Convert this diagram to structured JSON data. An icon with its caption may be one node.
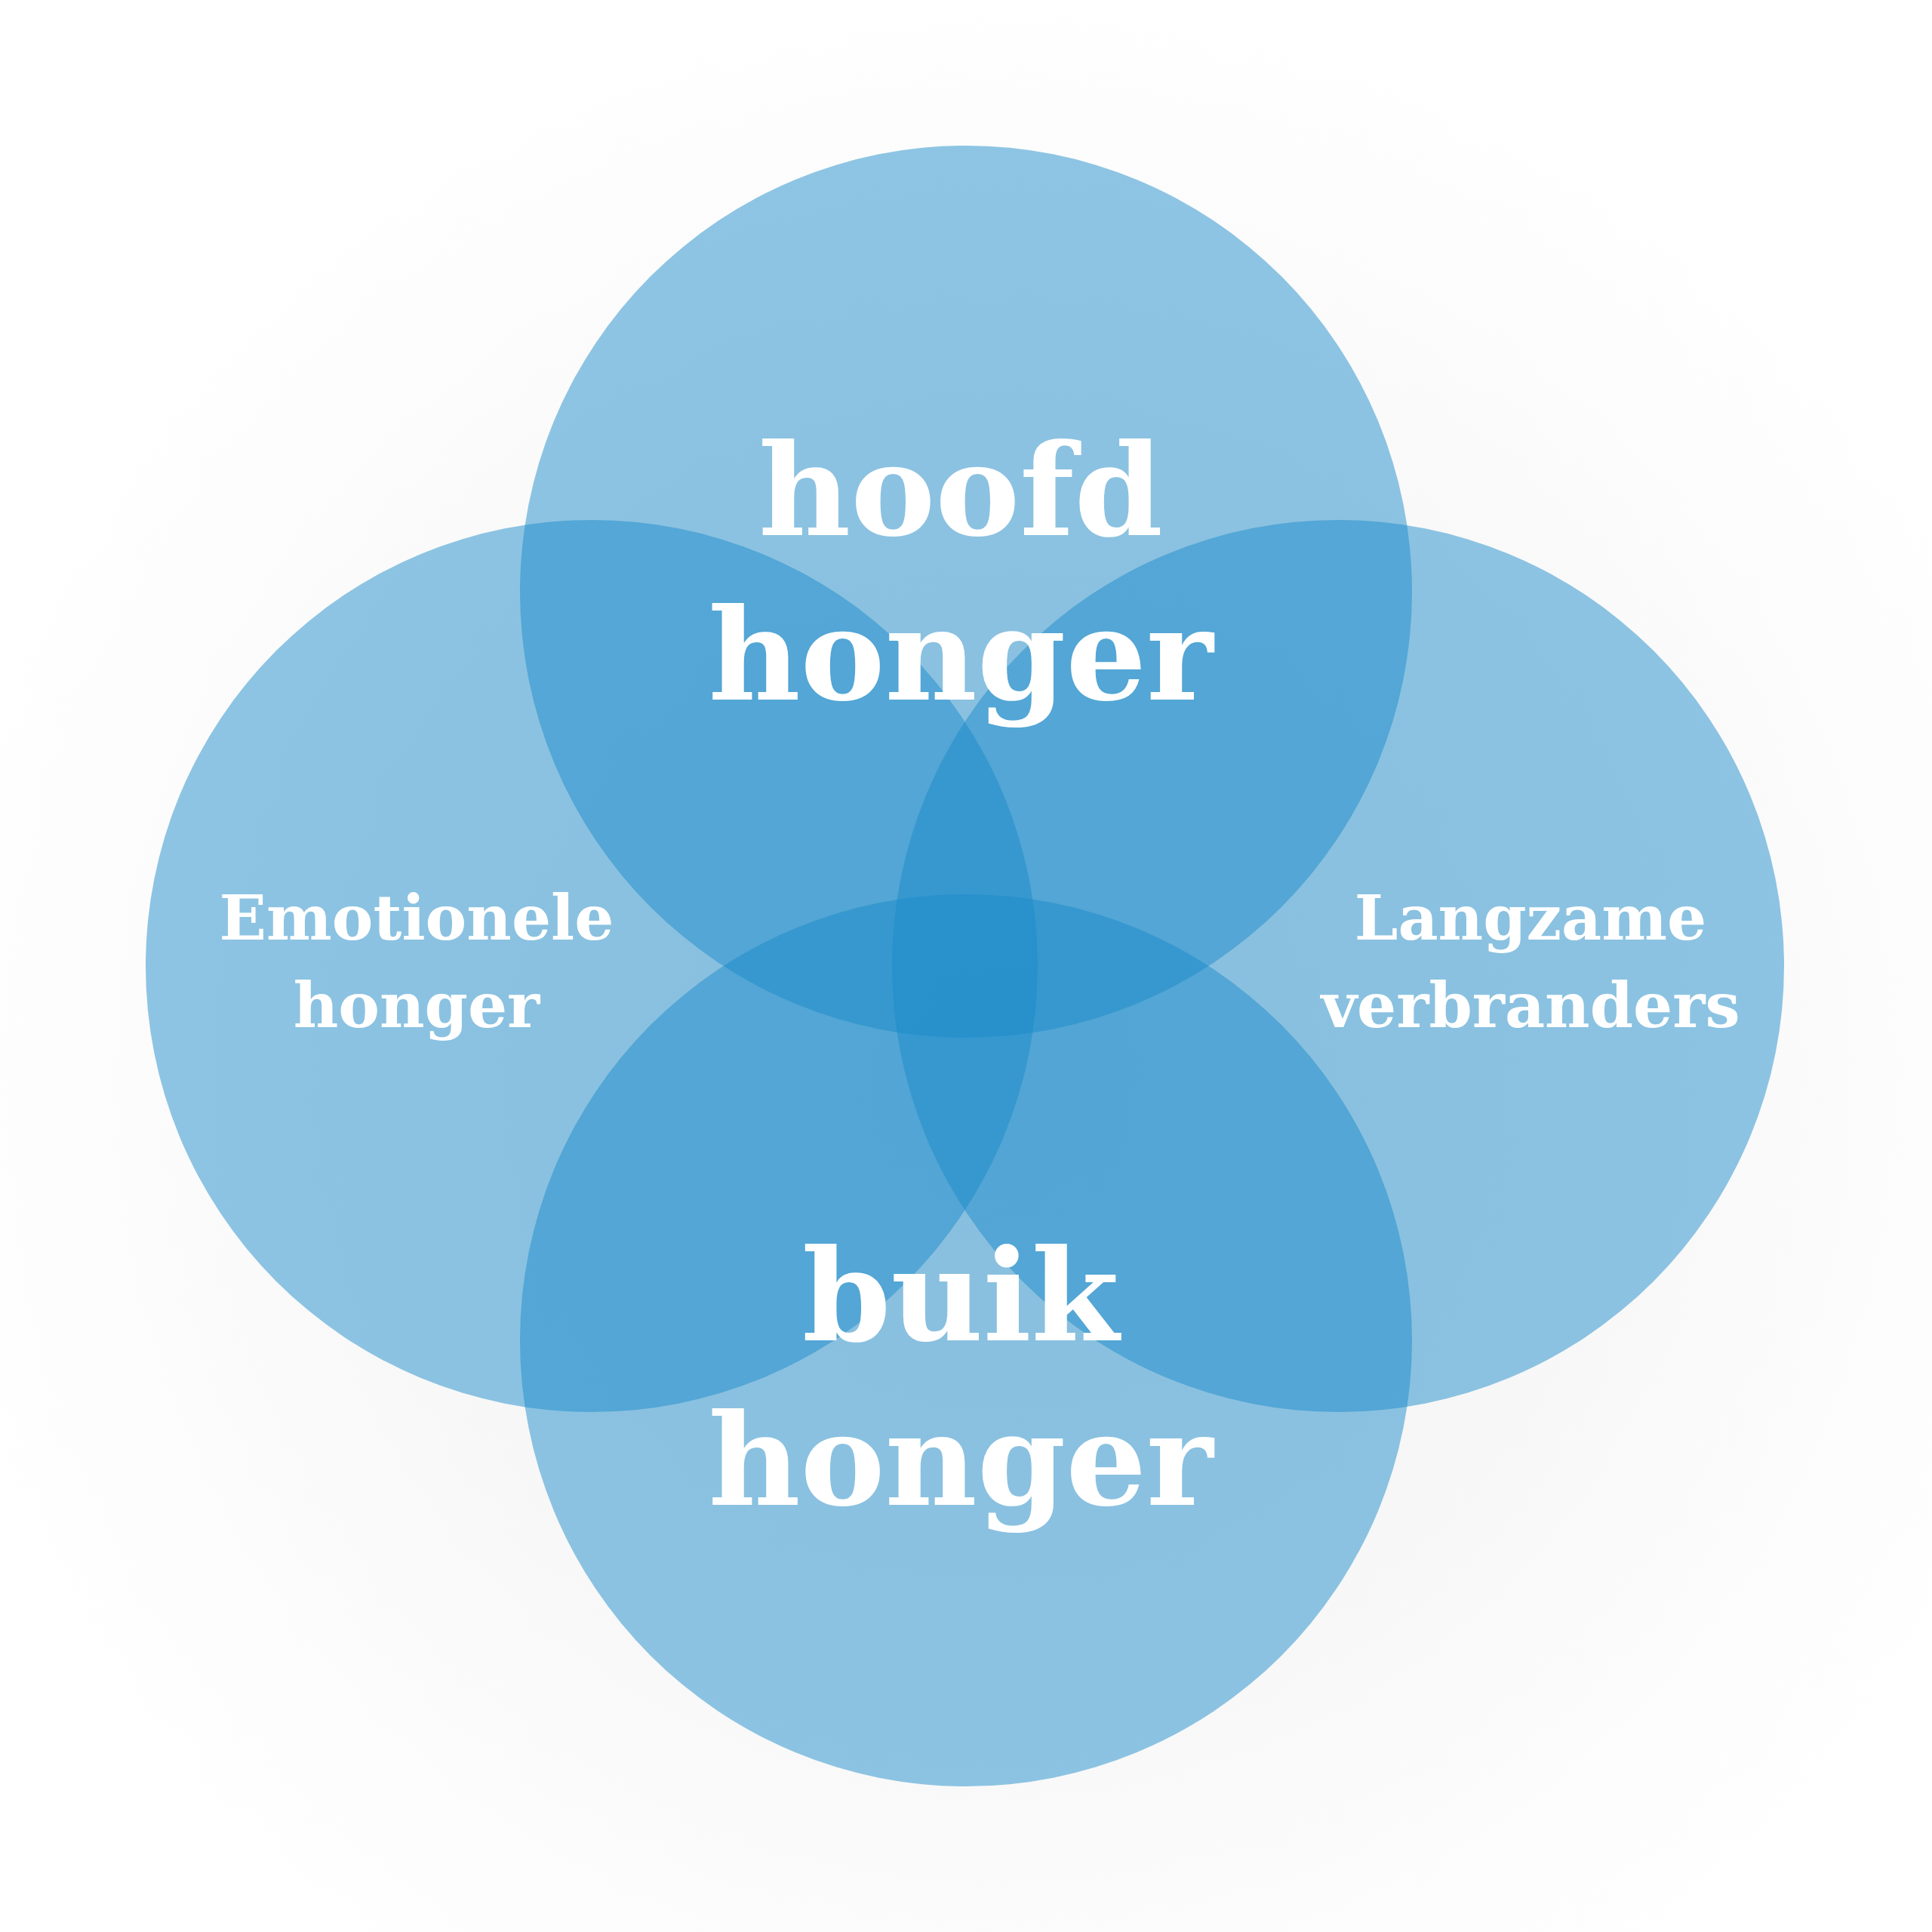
{
  "diagram": {
    "nodes": [
      {
        "text": [
          "hoofd honger"
        ]
      },
      {
        "text": [
          "Emotionele honger"
        ]
      },
      {
        "text": [
          "Langzame verbranders"
        ]
      },
      {
        "text": [
          "buik honger"
        ]
      }
    ]
  }
}
